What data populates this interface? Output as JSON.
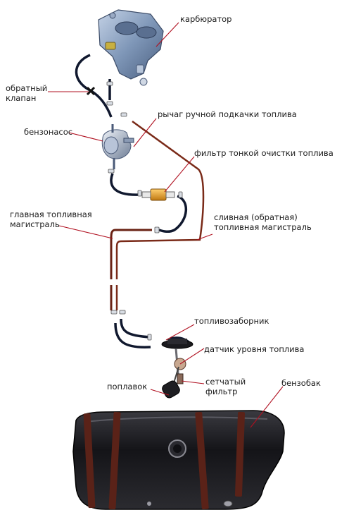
{
  "labels": {
    "carburetor": "карбюратор",
    "check_valve_1": "обратный",
    "check_valve_2": "клапан",
    "hand_lever": "рычаг ручной подкачки топлива",
    "fuel_pump": "бензонасос",
    "fine_filter": "фильтр тонкой очистки топлива",
    "main_line_1": "главная топливная",
    "main_line_2": "магистраль",
    "return_line_1": "сливная (обратная)",
    "return_line_2": "топливная магистраль",
    "intake": "топливозаборник",
    "level_sensor": "датчик уровня топлива",
    "float": "поплавок",
    "mesh_filter_1": "сетчатый",
    "mesh_filter_2": "фильтр",
    "fuel_tank": "бензобак"
  },
  "colors": {
    "leader": "#b01020",
    "return_hose": "#7a2a18",
    "fuel_hose": "#10182e",
    "tank": "#16161a",
    "tank_strap": "#5a2218",
    "carburetor": "#7f97b8",
    "filter": "#e8a020"
  }
}
